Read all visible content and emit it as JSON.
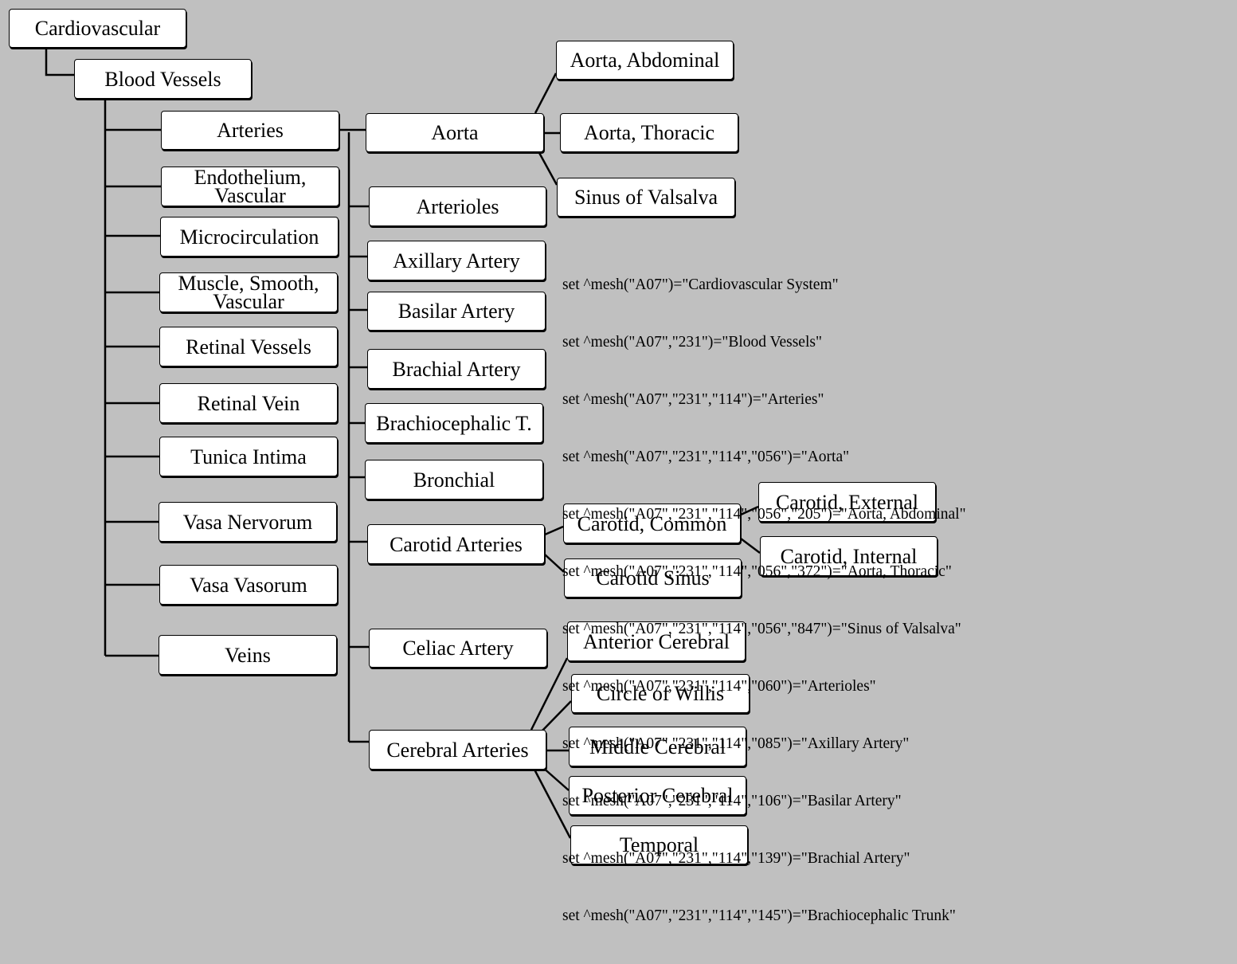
{
  "nodes": {
    "cardiovascular": "Cardiovascular",
    "blood_vessels": "Blood Vessels",
    "arteries": "Arteries",
    "endothelium": "Endothelium,\nVascular",
    "microcirculation": "Microcirculation",
    "muscle": "Muscle, Smooth,\nVascular",
    "retinal_vessels": "Retinal Vessels",
    "retinal_vein": "Retinal Vein",
    "tunica_intima": "Tunica Intima",
    "vasa_nervorum": "Vasa Nervorum",
    "vasa_vasorum": "Vasa Vasorum",
    "veins": "Veins",
    "aorta": "Aorta",
    "arterioles": "Arterioles",
    "axillary": "Axillary Artery",
    "basilar": "Basilar Artery",
    "brachial": "Brachial Artery",
    "brachiocephalic": "Brachiocephalic T.",
    "bronchial": "Bronchial",
    "carotid_arteries": "Carotid Arteries",
    "celiac": "Celiac Artery",
    "cerebral_arteries": "Cerebral Arteries",
    "aorta_abdominal": "Aorta, Abdominal",
    "aorta_thoracic": "Aorta, Thoracic",
    "sinus_valsalva": "Sinus of Valsalva",
    "carotid_common": "Carotid, Common",
    "carotid_sinus": "Carotid Sinus",
    "carotid_external": "Carotid, External",
    "carotid_internal": "Carotid, Internal",
    "anterior_cerebral": "Anterior Cerebral",
    "circle_willis": "Circle of Willis",
    "middle_cerebral": "Middle Cerebral",
    "posterior_cerebral": "Posterior Cerebral",
    "temporal": "Temporal"
  },
  "code_lines": [
    "set ^mesh(\"A07\")=\"Cardiovascular System\"",
    "set ^mesh(\"A07\",\"231\")=\"Blood Vessels\"",
    "set ^mesh(\"A07\",\"231\",\"114\")=\"Arteries\"",
    "set ^mesh(\"A07\",\"231\",\"114\",\"056\")=\"Aorta\"",
    "set ^mesh(\"A07\",\"231\",\"114\",\"056\",\"205\")=\"Aorta, Abdominal\"",
    "set ^mesh(\"A07\",\"231\",\"114\",\"056\",\"372\")=\"Aorta, Thoracic\"",
    "set ^mesh(\"A07\",\"231\",\"114\",\"056\",\"847\")=\"Sinus of Valsalva\"",
    "set ^mesh(\"A07\",\"231\",\"114\",\"060\")=\"Arterioles\"",
    "set ^mesh(\"A07\",\"231\",\"114\",\"085\")=\"Axillary Artery\"",
    "set ^mesh(\"A07\",\"231\",\"114\",\"106\")=\"Basilar Artery\"",
    "set ^mesh(\"A07\",\"231\",\"114\",\"139\")=\"Brachial Artery\"",
    "set ^mesh(\"A07\",\"231\",\"114\",\"145\")=\"Brachiocephalic Trunk\""
  ]
}
